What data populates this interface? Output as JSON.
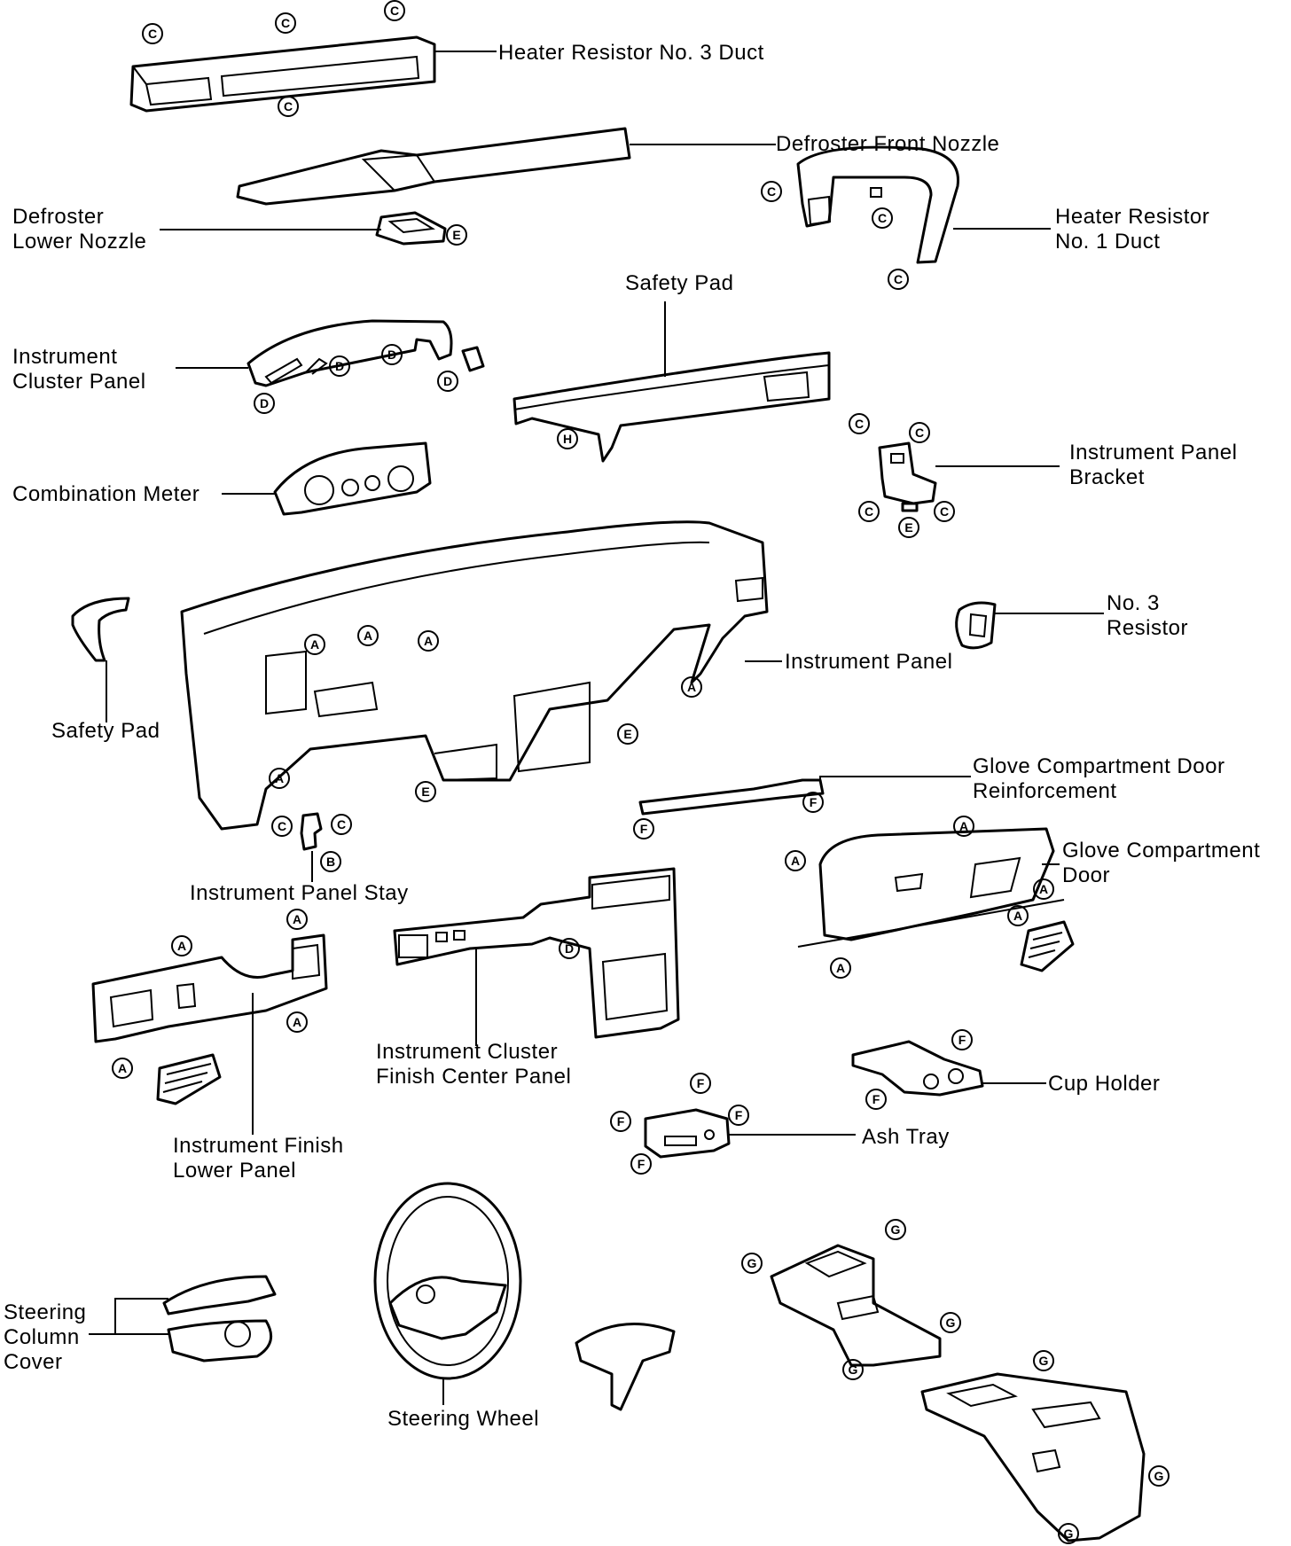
{
  "labels": {
    "heater_resistor_no3_duct": "Heater Resistor No. 3 Duct",
    "defroster_front_nozzle": "Defroster Front Nozzle",
    "defroster_lower_nozzle_1": "Defroster",
    "defroster_lower_nozzle_2": "Lower Nozzle",
    "heater_resistor_no1_duct_1": "Heater Resistor",
    "heater_resistor_no1_duct_2": "No. 1 Duct",
    "safety_pad_top": "Safety Pad",
    "instrument_cluster_panel_1": "Instrument",
    "instrument_cluster_panel_2": "Cluster Panel",
    "instrument_panel_bracket_1": "Instrument Panel",
    "instrument_panel_bracket_2": "Bracket",
    "combination_meter": "Combination Meter",
    "no3_resistor_1": "No. 3",
    "no3_resistor_2": "Resistor",
    "safety_pad_side": "Safety Pad",
    "instrument_panel": "Instrument Panel",
    "glove_reinforcement_1": "Glove Compartment Door",
    "glove_reinforcement_2": "Reinforcement",
    "glove_door_1": "Glove Compartment",
    "glove_door_2": "Door",
    "instrument_panel_stay": "Instrument Panel Stay",
    "cluster_finish_center_1": "Instrument Cluster",
    "cluster_finish_center_2": "Finish Center Panel",
    "cup_holder": "Cup Holder",
    "ash_tray": "Ash Tray",
    "finish_lower_1": "Instrument Finish",
    "finish_lower_2": "Lower Panel",
    "steering_column_cover_1": "Steering",
    "steering_column_cover_2": "Column",
    "steering_column_cover_3": "Cover",
    "steering_wheel": "Steering Wheel"
  },
  "refs": {
    "A": "A",
    "B": "B",
    "C": "C",
    "D": "D",
    "E": "E",
    "F": "F",
    "G": "G",
    "H": "H"
  }
}
